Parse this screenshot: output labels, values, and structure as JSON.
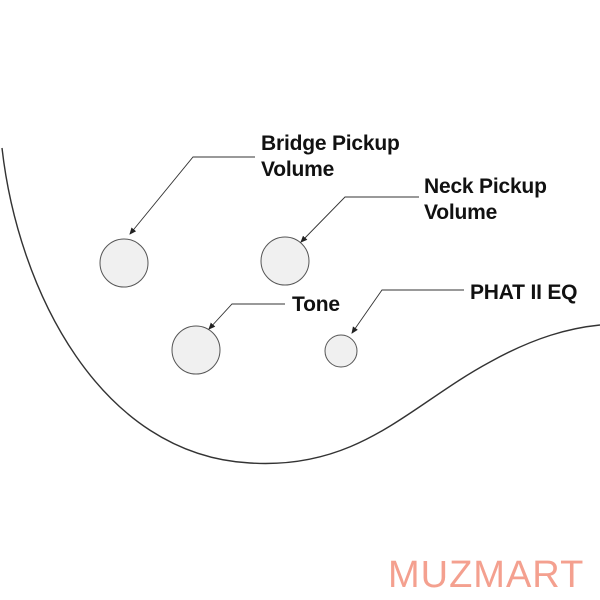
{
  "labels": {
    "bridge_line1": "Bridge Pickup",
    "bridge_line2": "Volume",
    "neck_line1": "Neck Pickup",
    "neck_line2": "Volume",
    "tone": "Tone",
    "phat": "PHAT II EQ"
  },
  "watermark": {
    "text": "MUZMART",
    "color": "#f4a08f"
  },
  "colors": {
    "line": "#333333",
    "knob_fill": "#f0f0f0",
    "knob_stroke": "#555555"
  }
}
